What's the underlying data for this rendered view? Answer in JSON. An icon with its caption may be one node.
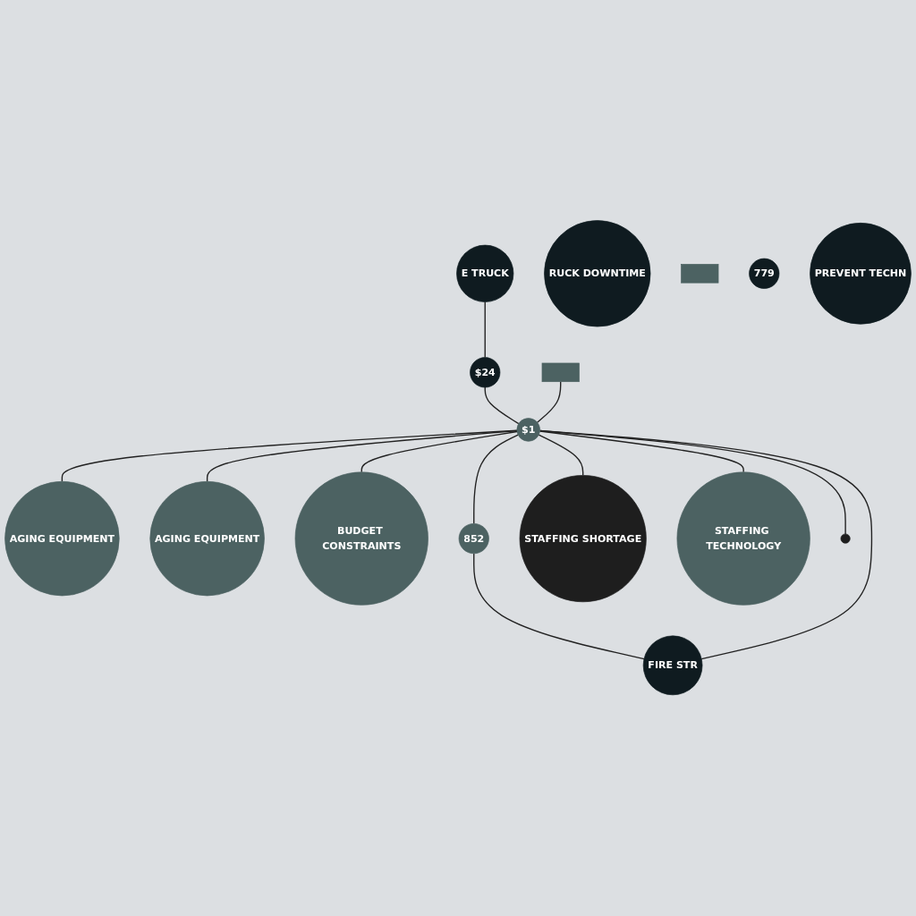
{
  "diagram": {
    "nodes": [
      {
        "text": [
          "$1"
        ]
      },
      {
        "text": [
          "AGING EQUIPMENT"
        ]
      },
      {
        "text": [
          "AGING EQUIPMENT"
        ]
      },
      {
        "text": [
          "BUDGET CONSTRAINTS"
        ]
      },
      {
        "text": [
          "E TRUCK"
        ]
      },
      {
        "text": [
          "RUCK DOWNTIME"
        ]
      },
      {
        "text": [
          "$24"
        ]
      },
      {
        "text": [],
        "shape": "bar"
      },
      {
        "text": [],
        "shape": "bar"
      },
      {
        "text": [
          "779"
        ]
      },
      {
        "text": [
          "852"
        ]
      },
      {
        "text": [
          "FIRE STR"
        ]
      },
      {
        "text": [
          "PREVENT TECHN"
        ]
      },
      {
        "text": [
          "STAFFING SHORTAGE"
        ]
      },
      {
        "text": [
          "STAFFING TECHNOLOGY"
        ]
      },
      {
        "text": [],
        "shape": "circle"
      }
    ],
    "edges": [
      {
        "from": 0,
        "to": 1,
        "arrow": "none"
      },
      {
        "from": 0,
        "to": 2,
        "arrow": "none"
      },
      {
        "from": 0,
        "to": 3,
        "arrow": "none"
      },
      {
        "from": 4,
        "to": 6,
        "arrow": "none"
      },
      {
        "from": 6,
        "to": 0,
        "arrow": "none"
      },
      {
        "from": 7,
        "to": 0,
        "arrow": "none"
      },
      {
        "from": 0,
        "to": 10,
        "arrow": "none"
      },
      {
        "from": 10,
        "to": 11,
        "arrow": "none"
      },
      {
        "from": 0,
        "to": 11,
        "arrow": "none"
      },
      {
        "from": 0,
        "to": 13,
        "arrow": "none"
      },
      {
        "from": 0,
        "to": 14,
        "arrow": "none"
      },
      {
        "from": 0,
        "to": 15,
        "arrow": "none"
      }
    ]
  }
}
